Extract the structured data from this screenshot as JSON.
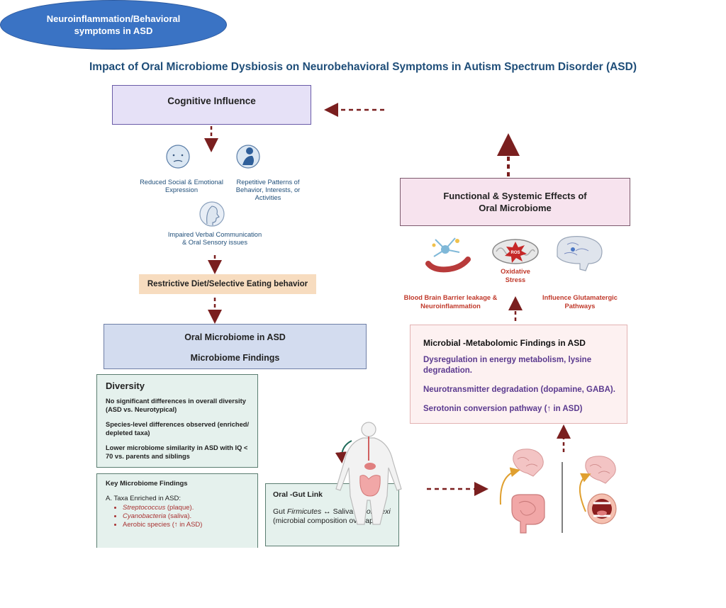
{
  "title": "Impact of Oral Microbiome Dysbiosis on Neurobehavioral Symptoms in Autism Spectrum Disorder (ASD)",
  "cognitive": {
    "title": "Cognitive Influence",
    "icon1_label": "Reduced Social & Emotional Expression",
    "icon2_label": "Repetitive Patterns of Behavior, Interests, or Activities",
    "icon3_label": "Impaired Verbal Communication & Oral Sensory issues"
  },
  "diet": "Restrictive Diet/Selective Eating behavior",
  "oral_box": {
    "line1": "Oral Microbiome in ASD",
    "line2": "Microbiome Findings"
  },
  "diversity": {
    "title": "Diversity",
    "items": [
      "No significant differences in overall diversity (ASD vs. Neurotypical)",
      "Species-level differences observed (enriched/ depleted taxa)",
      "Lower microbiome similarity in ASD with IQ < 70 vs. parents and siblings"
    ]
  },
  "key_findings": {
    "title": "Key Microbiome Findings",
    "sub_prefix": "A. Taxa Enriched in ASD",
    "items": [
      {
        "italic": "Streptococcus",
        "rest": " (plaque)."
      },
      {
        "italic": "Cyanobacteria",
        "rest": " (saliva)."
      },
      {
        "italic": "",
        "rest": "Aerobic species (↑ in ASD)"
      }
    ]
  },
  "oral_gut": {
    "title": "Oral -Gut  Link",
    "text_prefix": "Gut ",
    "italic1": "Firmicutes",
    "text_mid": " ↔ Saliva ",
    "italic2": "Chloroflexi",
    "text_suffix": "(microbial composition overlap)"
  },
  "neuro": "Neuroinflammation/Behavioral symptoms in ASD",
  "functional": "Functional & Systemic Effects of Oral Microbiome",
  "effects": {
    "ros": "ROS",
    "oxidative": "Oxidative Stress",
    "bbb": "Blood Brain Barrier leakage & Neuroinflammation",
    "glutamate": "Influence Glutamatergic Pathways"
  },
  "metabolomic": {
    "title": "Microbial -Metabolomic Findings in ASD",
    "items": [
      "Dysregulation in energy metabolism, lysine degradation.",
      "Neurotransmitter degradation (dopamine, GABA).",
      "Serotonin conversion pathway (↑ in ASD)"
    ]
  },
  "colors": {
    "arrow": "#7a1f1f",
    "title": "#1f4e79",
    "neuro_fill": "#3a73c4",
    "red_text": "#c0392b",
    "purple_text": "#5b3a8f"
  },
  "icons": [
    "face-icon",
    "crying-child-icon",
    "head-profile-icon",
    "neuron-vessel-icon",
    "mitochondria-icon",
    "brain-icon",
    "human-body-icon",
    "intestine-icon",
    "open-mouth-icon"
  ]
}
